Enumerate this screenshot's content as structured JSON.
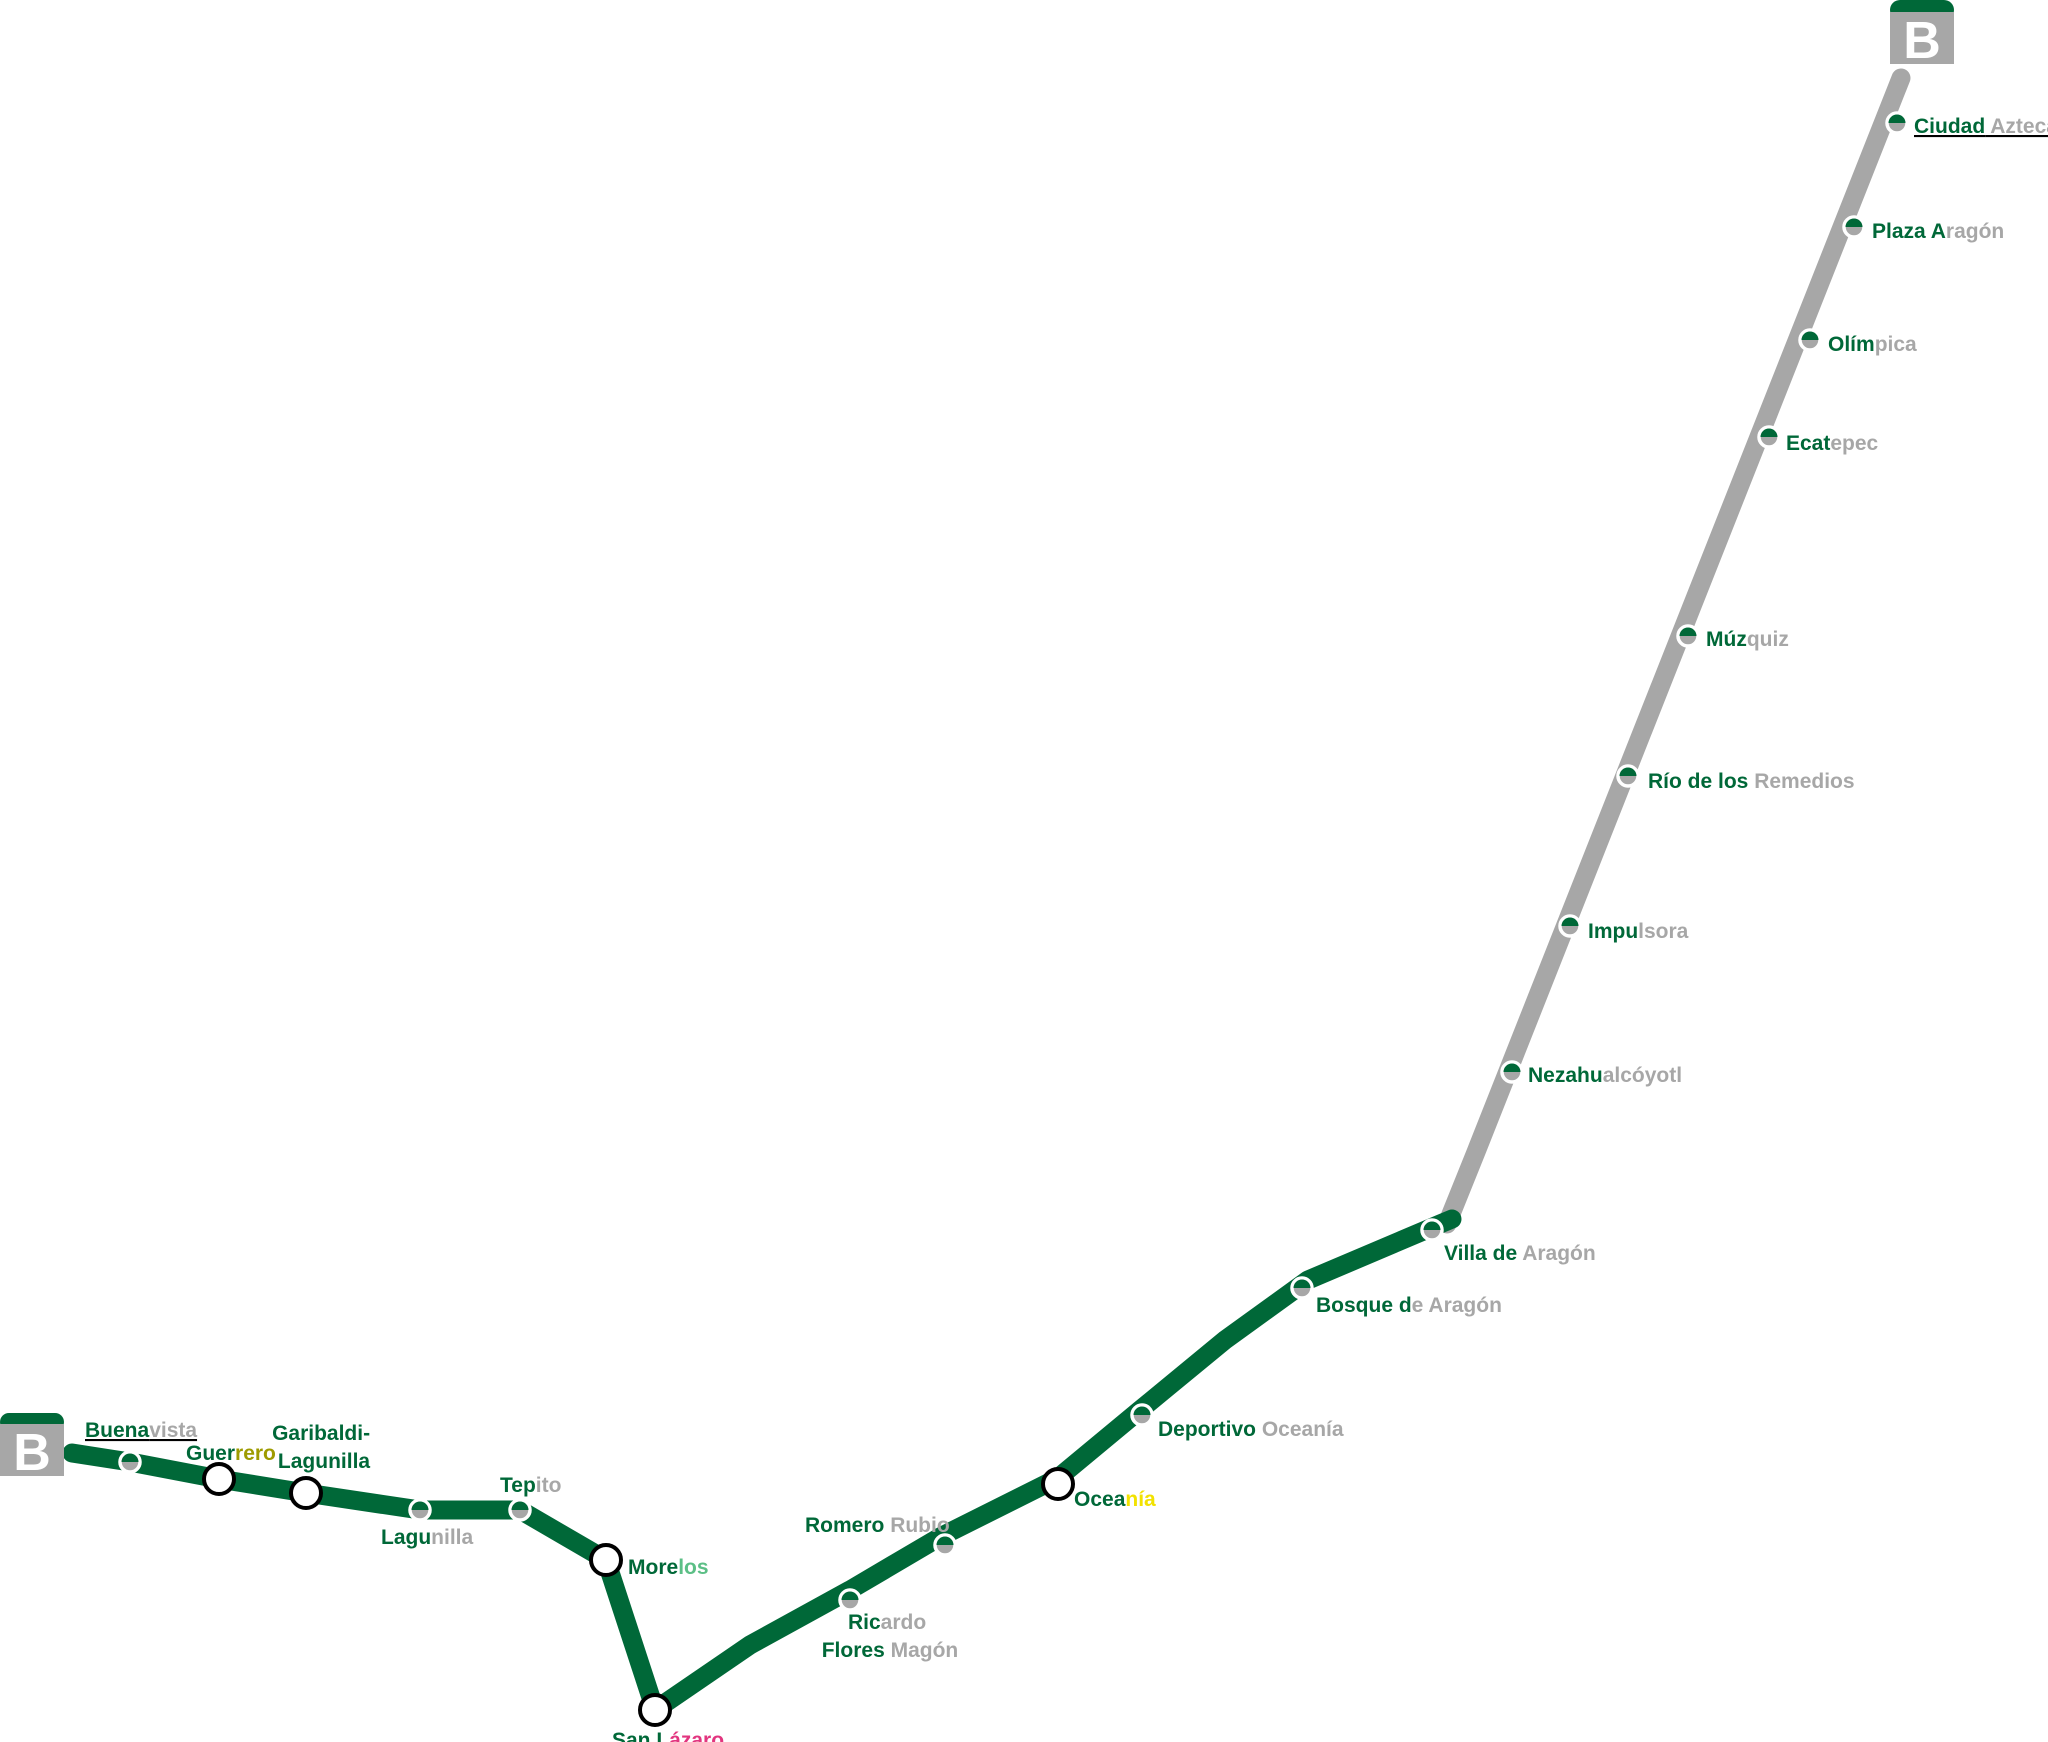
{
  "colors": {
    "green": "#006838",
    "gray": "#a7a7a7",
    "guerrero_accent": "#9e9b00",
    "morelos_accent": "#5cbf86",
    "san_lazaro_accent": "#e2357f",
    "oceania_accent": "#f2e200"
  },
  "terminus": {
    "letter": "B",
    "west_icon": "line-b-logo-icon",
    "east_icon": "line-b-logo-icon"
  },
  "stations": [
    {
      "id": "buenavista",
      "a": "Buena",
      "b": "vista",
      "type": "terminal"
    },
    {
      "id": "guerrero",
      "a": "Guer",
      "b": "rero",
      "type": "transfer"
    },
    {
      "id": "garibaldi",
      "a": "Garibaldi-",
      "b": "Lagunilla",
      "type": "transfer"
    },
    {
      "id": "lagunilla",
      "a": "Lagu",
      "b": "nilla",
      "type": "regular"
    },
    {
      "id": "tepito",
      "a": "Tep",
      "b": "ito",
      "type": "regular"
    },
    {
      "id": "morelos",
      "a": "More",
      "b": "los",
      "type": "transfer"
    },
    {
      "id": "san-lazaro",
      "a": "San L",
      "b": "ázaro",
      "type": "transfer"
    },
    {
      "id": "ricardo-flores-magon",
      "a1": "Ric",
      "b1": "ardo",
      "a2": "Flores ",
      "b2": "Magón",
      "type": "regular"
    },
    {
      "id": "romero-rubio",
      "a": "Romero",
      "b": " Rubio",
      "type": "regular"
    },
    {
      "id": "oceania",
      "a": "Ocea",
      "b": "nía",
      "type": "transfer"
    },
    {
      "id": "deportivo-oceania",
      "a": "Deportivo",
      "b": " Oceanía",
      "type": "regular"
    },
    {
      "id": "bosque-de-aragon",
      "a": "Bosque d",
      "b": "e Aragón",
      "type": "regular"
    },
    {
      "id": "villa-de-aragon",
      "a": "Villa de",
      "b": " Aragón",
      "type": "regular"
    },
    {
      "id": "nezahualcoyotl",
      "a": "Nezahu",
      "b": "alcóyotl",
      "type": "regular"
    },
    {
      "id": "impulsora",
      "a": "Impu",
      "b": "lsora",
      "type": "regular"
    },
    {
      "id": "rio-de-los-remedios",
      "a": "Río de los",
      "b": " Remedios",
      "type": "regular"
    },
    {
      "id": "muzquiz",
      "a": "Múz",
      "b": "quiz",
      "type": "regular"
    },
    {
      "id": "ecatepec",
      "a": "Ecat",
      "b": "epec",
      "type": "regular"
    },
    {
      "id": "olimpica",
      "a": "Olím",
      "b": "pica",
      "type": "regular"
    },
    {
      "id": "plaza-aragon",
      "a": "Plaza A",
      "b": "ragón",
      "type": "regular"
    },
    {
      "id": "ciudad-azteca",
      "a": "Ciudad",
      "b": " Azteca",
      "type": "terminal"
    }
  ]
}
